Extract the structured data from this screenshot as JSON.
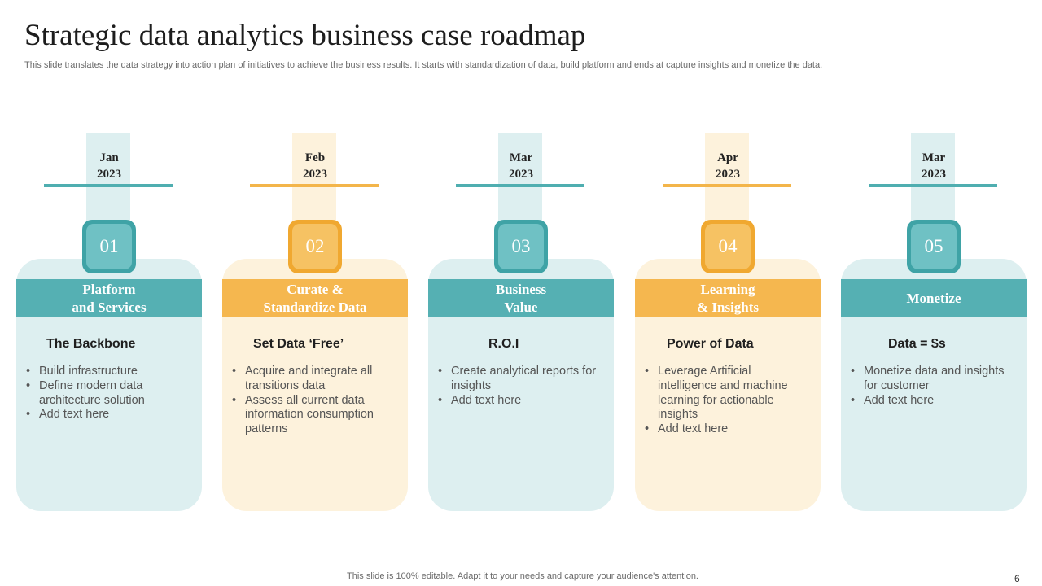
{
  "title": "Strategic data analytics business case roadmap",
  "subtitle": "This slide translates the data strategy into action plan of initiatives to achieve the business results. It starts with standardization of data, build platform and ends at capture insights and monetize the data.",
  "colors": {
    "teal": "#55b0b3",
    "gold": "#f5b74f"
  },
  "steps": [
    {
      "month": "Jan",
      "year": "2023",
      "number": "01",
      "label_line1": "Platform",
      "label_line2": "and Services",
      "heading": "The Backbone",
      "bullets": [
        "Build infrastructure",
        "Define modern data architecture solution",
        "Add text here"
      ]
    },
    {
      "month": "Feb",
      "year": "2023",
      "number": "02",
      "label_line1": "Curate &",
      "label_line2": "Standardize Data",
      "heading": "Set Data ‘Free’",
      "bullets": [
        "Acquire and integrate all transitions data",
        "Assess all current data information consumption patterns"
      ]
    },
    {
      "month": "Mar",
      "year": "2023",
      "number": "03",
      "label_line1": "Business",
      "label_line2": "Value",
      "heading": "R.O.I",
      "bullets": [
        "Create analytical reports for insights",
        "Add text here"
      ]
    },
    {
      "month": "Apr",
      "year": "2023",
      "number": "04",
      "label_line1": "Learning",
      "label_line2": "& Insights",
      "heading": "Power of Data",
      "bullets": [
        "Leverage Artificial intelligence and machine learning for actionable insights",
        "Add text here"
      ]
    },
    {
      "month": "Mar",
      "year": "2023",
      "number": "05",
      "label_line1": "Monetize",
      "label_line2": "",
      "heading": "Data = $s",
      "bullets": [
        "Monetize data and insights for customer",
        "Add text here"
      ]
    }
  ],
  "footer": "This slide is 100% editable. Adapt it to your needs and capture your audience's attention.",
  "page_number": "6"
}
